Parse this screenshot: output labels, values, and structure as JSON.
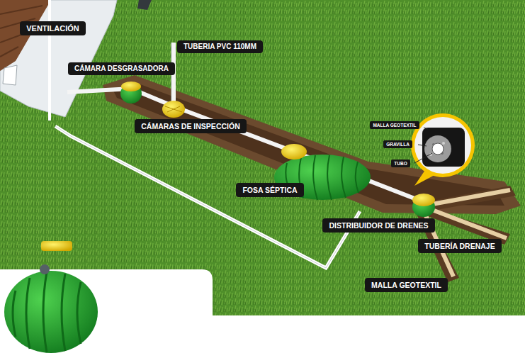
{
  "diagram": {
    "nodes": [
      {
        "text": [
          "VENTILACIÓN"
        ]
      },
      {
        "text": [
          "TUBERIA PVC 110MM"
        ]
      },
      {
        "text": [
          "CÁMARA DESGRASADORA"
        ]
      },
      {
        "text": [
          "CÁMARAS DE INSPECCIÓN"
        ]
      },
      {
        "text": [
          "FOSA SÉPTICA"
        ]
      },
      {
        "text": [
          "MALLA GEOTEXTIL"
        ]
      },
      {
        "text": [
          "GRAVILLA"
        ]
      },
      {
        "text": [
          "TUBO"
        ]
      },
      {
        "text": [
          "DISTRIBUIDOR DE DRENES"
        ]
      },
      {
        "text": [
          "TUBERÍA DRENAJE"
        ]
      },
      {
        "text": [
          "MALLA GEOTEXTIL"
        ]
      }
    ]
  }
}
